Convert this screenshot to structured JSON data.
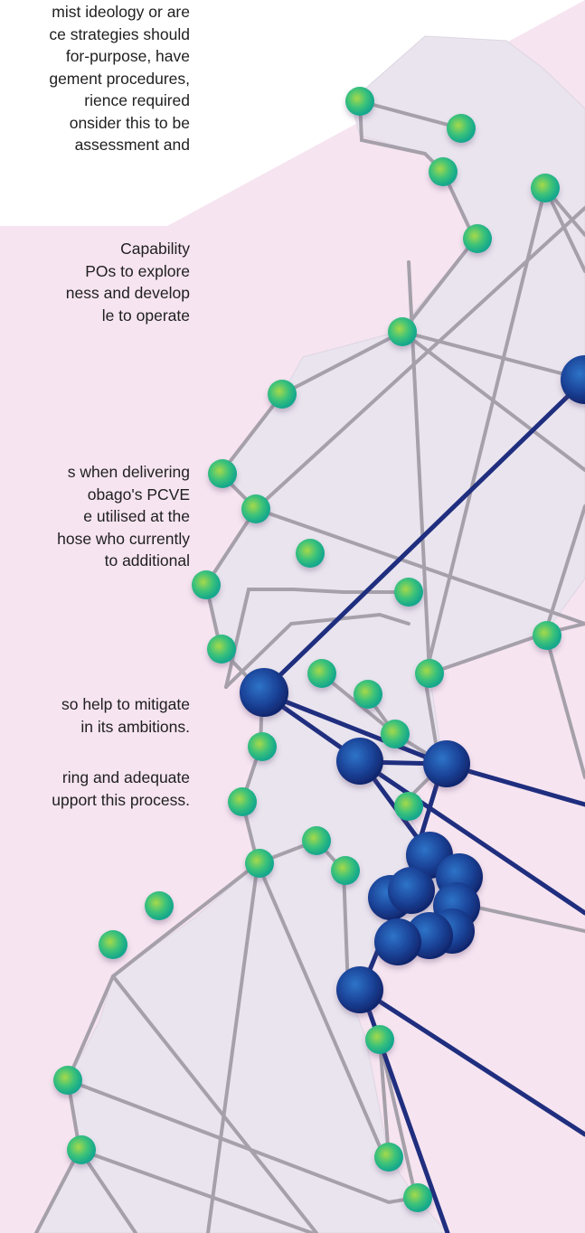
{
  "text": {
    "para1": [
      "mist ideology or are",
      "ce strategies should",
      "for-purpose, have",
      "gement procedures,",
      "rience required",
      "onsider this to be",
      "assessment and"
    ],
    "para2": [
      "Capability",
      "POs to explore",
      "ness and develop",
      "le to operate"
    ],
    "para3": [
      "s when delivering",
      "obago's PCVE",
      "e utilised at the",
      "hose who currently",
      "to additional"
    ],
    "para4": [
      "so help to mitigate",
      "in its ambitions."
    ],
    "para5": [
      "ring and adequate",
      "upport this process."
    ]
  },
  "colors": {
    "background_pink": "#f6e4f0",
    "map_land": "#e9e4ee",
    "network_grey": "#a5a0aa",
    "network_blue": "#1f2e7e",
    "node_green": "#27be7f",
    "node_blue": "#1a3f96",
    "text": "#1f1f1f"
  },
  "icons": {
    "network_map": "network-map-graphic"
  }
}
